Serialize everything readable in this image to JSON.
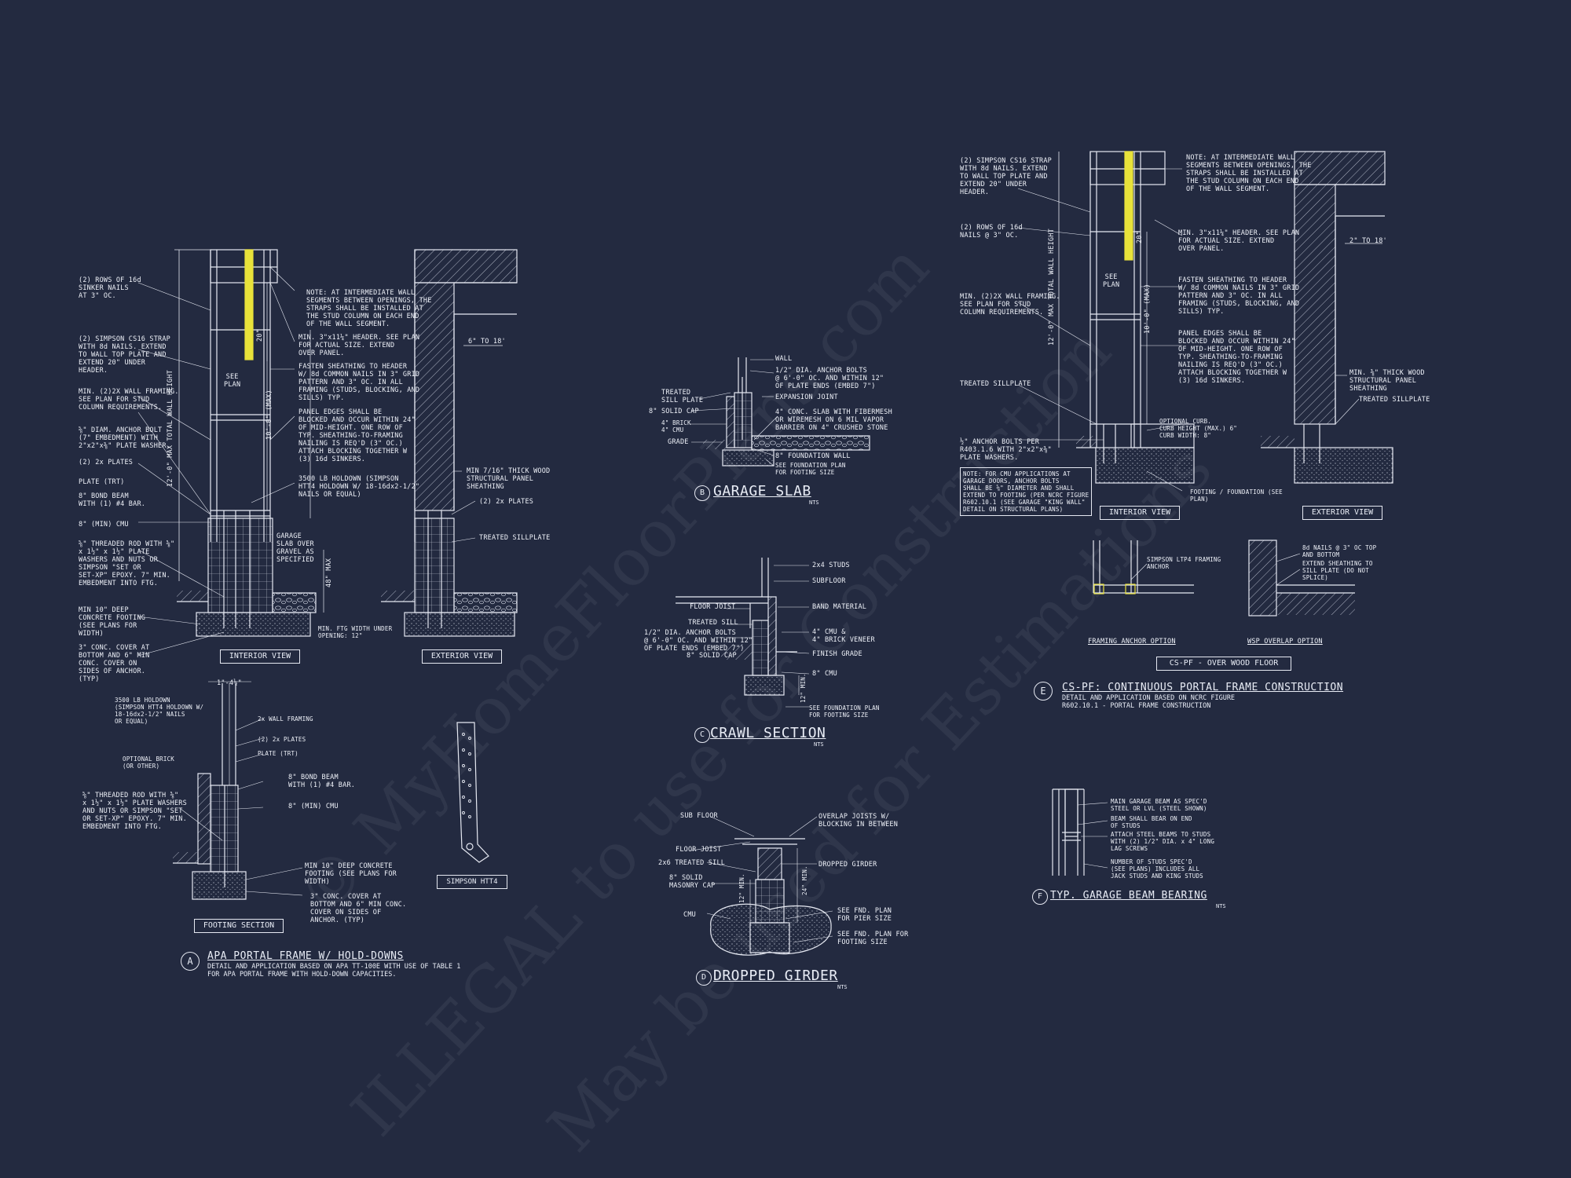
{
  "watermark": {
    "line1": "© MyHomeFloorPlans.com",
    "line2": "ILLEGAL to use for Construction",
    "line3": "May be used for Estimations"
  },
  "details": {
    "A": {
      "letter": "A",
      "title": "APA PORTAL FRAME W/ HOLD-DOWNS",
      "subtitle": "DETAIL AND APPLICATION BASED ON APA TT-100E WITH USE OF TABLE 1\nFOR APA PORTAL FRAME WITH HOLD-DOWN CAPACITIES.",
      "view_interior": "INTERIOR VIEW",
      "view_exterior": "EXTERIOR VIEW",
      "footing_section": "FOOTING SECTION",
      "simpson_label": "SIMPSON HTT4",
      "dims": {
        "max_height": "12'-0\" MAX TOTAL WALL HEIGHT",
        "max10": "10'-0\" (MAX)",
        "twenty": "20\"",
        "fortyeight": "48\" MAX",
        "six_to_18": "6\" TO 18'",
        "one_half": "1\"-4½\""
      },
      "notes_left": [
        "(2) ROWS OF 16d\nSINKER NAILS\nAT 3\" OC.",
        "(2) SIMPSON CS16 STRAP\nWITH 8d NAILS. EXTEND\nTO WALL TOP PLATE AND\nEXTEND 20\" UNDER\nHEADER.",
        "MIN. (2)2X WALL FRAMING.\nSEE PLAN FOR STUD\nCOLUMN REQUIREMENTS.",
        "⅝\" DIAM. ANCHOR BOLT\n(7\" EMBEDMENT) WITH\n2\"x2\"x⅜\" PLATE WASHER.",
        "(2) 2x PLATES",
        "PLATE (TRT)",
        "8\" BOND BEAM\nWITH (1) #4 BAR.",
        "8\" (MIN) CMU",
        "⅝\" THREADED ROD WITH ⅝\"\nx 1½\" x 1½\" PLATE\nWASHERS AND NUTS OR\nSIMPSON \"SET OR\nSET-XP\" EPOXY. 7\" MIN.\nEMBEDMENT INTO FTG.",
        "MIN 10\" DEEP\nCONCRETE FOOTING\n(SEE PLANS FOR\nWIDTH)",
        "3\" CONC. COVER AT\nBOTTOM AND 6\" MIN\nCONC. COVER ON\nSIDES OF ANCHOR.\n(TYP)"
      ],
      "notes_mid": [
        "NOTE: AT INTERMEDIATE WALL\nSEGMENTS BETWEEN OPENINGS, THE\nSTRAPS SHALL BE INSTALLED AT\nTHE STUD COLUMN ON EACH END\nOF THE WALL SEGMENT.",
        "MIN. 3\"x11¼\" HEADER. SEE PLAN\nFOR ACTUAL SIZE. EXTEND\nOVER PANEL.",
        "FASTEN SHEATHING TO HEADER\nW/ 8d COMMON NAILS IN 3\" GRID\nPATTERN AND 3\" OC. IN ALL\nFRAMING (STUDS, BLOCKING, AND\nSILLS) TYP.",
        "PANEL EDGES SHALL BE\nBLOCKED AND OCCUR WITHIN 24\"\nOF MID-HEIGHT. ONE ROW OF\nTYP. SHEATHING-TO-FRAMING\nNAILING IS REQ'D (3\" OC.)\nATTACH BLOCKING TOGETHER W\n(3) 16d SINKERS.",
        "3500 LB HOLDOWN (SIMPSON\nHTT4 HOLDOWN W/ 18-16dx2-1/2\"\nNAILS OR EQUAL)",
        "GARAGE\nSLAB OVER\nGRAVEL AS\nSPECIFIED",
        "MIN. FTG WIDTH UNDER\nOPENING: 12\"",
        "SEE\nPLAN"
      ],
      "notes_ext": [
        "MIN 7/16\" THICK WOOD\nSTRUCTURAL PANEL\nSHEATHING",
        "(2) 2x PLATES",
        "TREATED SILLPLATE"
      ],
      "notes_footing": [
        "3500 LB HOLDOWN\n(SIMPSON HTT4 HOLDOWN W/\n18-16dx2-1/2\" NAILS\nOR EQUAL)",
        "2x WALL FRAMING",
        "(2) 2x PLATES",
        "PLATE (TRT)",
        "OPTIONAL BRICK\n(OR OTHER)",
        "8\" BOND BEAM\nWITH (1) #4 BAR.",
        "8\" (MIN) CMU",
        "⅝\" THREADED ROD WITH ⅝\"\nx 1½\" x 1½\" PLATE WASHERS\nAND NUTS OR SIMPSON \"SET\nOR SET-XP\" EPOXY. 7\" MIN.\nEMBEDMENT INTO FTG.",
        "MIN 10\" DEEP CONCRETE\nFOOTING (SEE PLANS FOR\nWIDTH)",
        "3\" CONC. COVER AT\nBOTTOM AND 6\" MIN CONC.\nCOVER ON SIDES OF\nANCHOR. (TYP)"
      ]
    },
    "B": {
      "letter": "B",
      "title": "GARAGE SLAB",
      "nts": "NTS",
      "notes": [
        "WALL",
        "1/2\" DIA. ANCHOR BOLTS\n@ 6'-0\" OC. AND WITHIN 12\"\nOF PLATE ENDS (EMBED 7\")",
        "EXPANSION JOINT",
        "4\" CONC. SLAB WITH FIBERMESH\nOR WIREMESH ON 6 MIL VAPOR\nBARRIER ON 4\" CRUSHED STONE",
        "8\" FOUNDATION WALL",
        "SEE FOUNDATION PLAN\nFOR FOOTING SIZE",
        "TREATED\nSILL PLATE",
        "8\" SOLID CAP",
        "4\" BRICK\n4\" CMU",
        "GRADE"
      ]
    },
    "C": {
      "letter": "C",
      "title": "CRAWL SECTION",
      "nts": "NTS",
      "notes": [
        "2x4 STUDS",
        "SUBFLOOR",
        "BAND MATERIAL",
        "4\" CMU &\n4\" BRICK VENEER",
        "FINISH GRADE",
        "8\" CMU",
        "SEE FOUNDATION PLAN\nFOR FOOTING SIZE",
        "FLOOR JOIST",
        "TREATED SILL",
        "1/2\" DIA. ANCHOR BOLTS\n@ 6'-0\" OC. AND WITHIN 12\"\nOF PLATE ENDS (EMBED 7\")",
        "8\" SOLID CAP",
        "12\" MIN."
      ]
    },
    "D": {
      "letter": "D",
      "title": "DROPPED GIRDER",
      "nts": "NTS",
      "notes": [
        "SUB FLOOR",
        "OVERLAP JOISTS W/\nBLOCKING IN BETWEEN",
        "FLOOR JOIST",
        "DROPPED GIRDER",
        "2x6 TREATED SILL",
        "8\" SOLID\nMASONRY CAP",
        "CMU",
        "SEE FND. PLAN\nFOR PIER SIZE",
        "SEE FND. PLAN FOR\nFOOTING SIZE",
        "24\" MIN.",
        "12\" MIN."
      ]
    },
    "E": {
      "letter": "E",
      "title": "CS-PF: CONTINUOUS PORTAL FRAME CONSTRUCTION",
      "subtitle": "DETAIL AND APPLICATION BASED ON NCRC FIGURE\nR602.10.1 - PORTAL FRAME CONSTRUCTION",
      "view_interior": "INTERIOR VIEW",
      "view_exterior": "EXTERIOR VIEW",
      "over_wood": "CS-PF - OVER WOOD FLOOR",
      "framing_anchor": "FRAMING ANCHOR OPTION",
      "wsp_overlap": "WSP OVERLAP OPTION",
      "dims": {
        "total": "12'-0\" MAX TOTAL WALL HEIGHT",
        "max10": "10'-0\" (MAX)",
        "twenty": "20\"",
        "two_to_18": "2\" TO 18'"
      },
      "notes_left": [
        "(2) SIMPSON CS16 STRAP\nWITH 8d NAILS. EXTEND\nTO WALL TOP PLATE AND\nEXTEND 20\" UNDER\nHEADER.",
        "(2) ROWS OF 16d\nNAILS @ 3\" OC.",
        "MIN. (2)2X WALL FRAMING.\nSEE PLAN FOR STUD\nCOLUMN REQUIREMENTS.",
        "TREATED SILLPLATE",
        "½\" ANCHOR BOLTS PER\nR403.1.6 WITH 2\"x2\"x⅜\"\nPLATE WASHERS.",
        "NOTE: FOR CMU APPLICATIONS AT\nGARAGE DOORS, ANCHOR BOLTS\nSHALL BE ⅝\" DIAMETER AND SHALL\nEXTEND TO FOOTING (PER NCRC FIGURE\nR602.10.1 (SEE GARAGE \"KING WALL\"\nDETAIL ON STRUCTURAL PLANS)"
      ],
      "notes_mid": [
        "NOTE: AT INTERMEDIATE WALL\nSEGMENTS BETWEEN OPENINGS, THE\nSTRAPS SHALL BE INSTALLED AT\nTHE STUD COLUMN ON EACH END\nOF THE WALL SEGMENT.",
        "MIN. 3\"x11¼\" HEADER. SEE PLAN\nFOR ACTUAL SIZE. EXTEND\nOVER PANEL.",
        "FASTEN SHEATHING TO HEADER\nW/ 8d COMMON NAILS IN 3\" GRID\nPATTERN AND 3\" OC. IN ALL\nFRAMING (STUDS, BLOCKING, AND\nSILLS) TYP.",
        "PANEL EDGES SHALL BE\nBLOCKED AND OCCUR WITHIN 24\"\nOF MID-HEIGHT. ONE ROW OF\nTYP. SHEATHING-TO-FRAMING\nNAILING IS REQ'D (3\" OC.)\nATTACH BLOCKING TOGETHER W\n(3) 16d SINKERS.",
        "OPTIONAL CURB.\nCURB HEIGHT (MAX.) 6\"\nCURB WIDTH: 8\"",
        "FOOTING / FOUNDATION (SEE\nPLAN)",
        "SEE\nPLAN"
      ],
      "notes_ext": [
        "MIN. ⅜\" THICK WOOD\nSTRUCTURAL PANEL\nSHEATHING",
        "TREATED SILLPLATE"
      ],
      "notes_bottom": [
        "SIMPSON LTP4 FRAMING\nANCHOR",
        "8d NAILS @ 3\" OC TOP\nAND BOTTOM",
        "EXTEND SHEATHING TO\nSILL PLATE (DO NOT\nSPLICE)"
      ]
    },
    "F": {
      "letter": "F",
      "title": "TYP. GARAGE BEAM BEARING",
      "nts": "NTS",
      "notes": [
        "MAIN GARAGE BEAM AS SPEC'D\nSTEEL OR LVL (STEEL SHOWN)",
        "BEAM SHALL BEAR ON END\nOF STUDS",
        "ATTACH STEEL BEAMS TO STUDS\nWITH (2) 1/2\" DIA. x 4\" LONG\nLAG SCREWS",
        "NUMBER OF STUDS SPEC'D\n(SEE PLANS) INCLUDES ALL\nJACK STUDS AND KING STUDS"
      ]
    }
  },
  "colors": {
    "background": "#232a40",
    "line": "#e6e9f2",
    "strap": "#e8e23a"
  }
}
